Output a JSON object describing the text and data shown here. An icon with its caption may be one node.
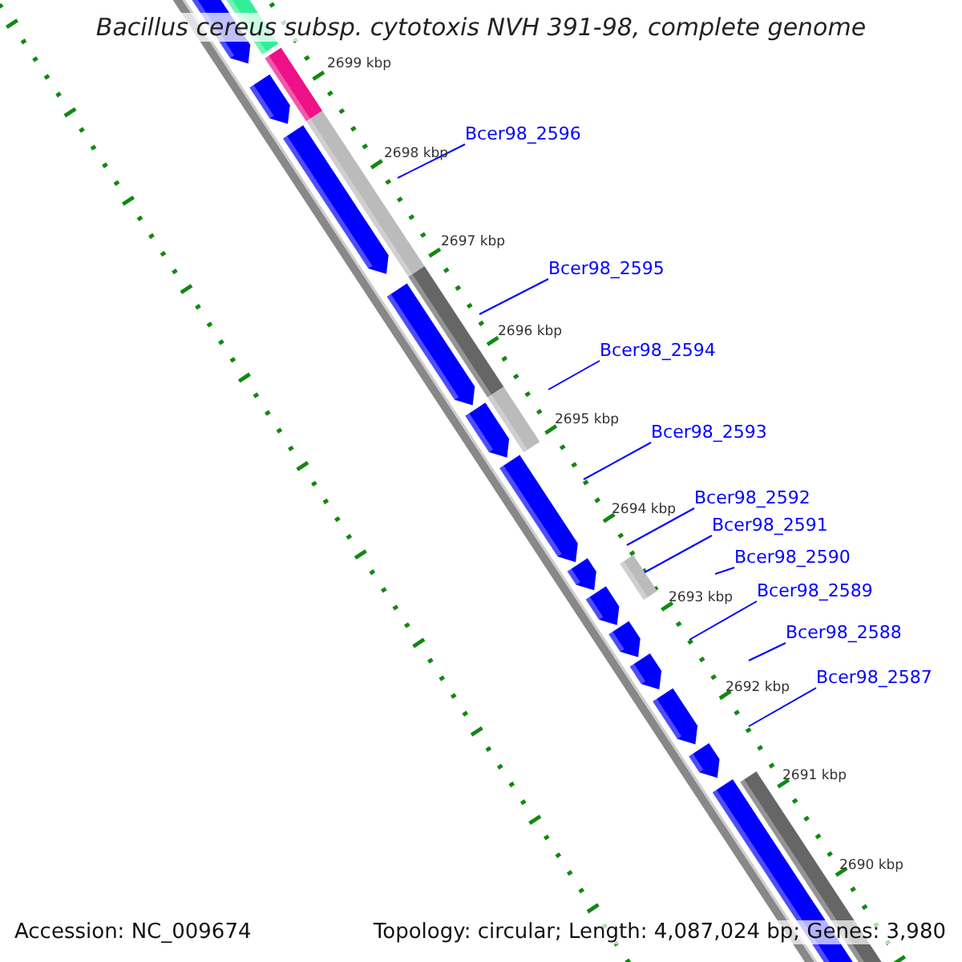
{
  "diagram": {
    "title": "Bacillus cereus subsp. cytotoxis NVH 391-98, complete genome",
    "nodes": [
      {
        "text": [
          "Bcer98_2596"
        ]
      },
      {
        "text": [
          "Bcer98_2595"
        ]
      },
      {
        "text": [
          "Bcer98_2594"
        ]
      },
      {
        "text": [
          "Bcer98_2593"
        ]
      },
      {
        "text": [
          "Bcer98_2592"
        ]
      },
      {
        "text": [
          "Bcer98_2591"
        ]
      },
      {
        "text": [
          "Bcer98_2590"
        ]
      },
      {
        "text": [
          "Bcer98_2589"
        ]
      },
      {
        "text": [
          "Bcer98_2588"
        ]
      },
      {
        "text": [
          "Bcer98_2587"
        ]
      }
    ],
    "edges": [
      {
        "from": 0,
        "to": null,
        "arrow": "none"
      },
      {
        "from": 1,
        "to": null,
        "arrow": "none"
      },
      {
        "from": 2,
        "to": null,
        "arrow": "none"
      },
      {
        "from": 3,
        "to": null,
        "arrow": "none"
      },
      {
        "from": 4,
        "to": null,
        "arrow": "none"
      },
      {
        "from": 5,
        "to": null,
        "arrow": "none"
      },
      {
        "from": 6,
        "to": null,
        "arrow": "none"
      },
      {
        "from": 7,
        "to": null,
        "arrow": "none"
      },
      {
        "from": 8,
        "to": null,
        "arrow": "none"
      },
      {
        "from": 9,
        "to": null,
        "arrow": "none"
      }
    ],
    "labels": [
      "2699 kbp",
      "2698 kbp",
      "2697 kbp",
      "2696 kbp",
      "2695 kbp",
      "2694 kbp",
      "2693 kbp",
      "2692 kbp",
      "2691 kbp",
      "2690 kbp",
      "Accession: NC_009674",
      "Topology: circular; Length: 4,087,024 bp; Genes: 3,980"
    ]
  }
}
